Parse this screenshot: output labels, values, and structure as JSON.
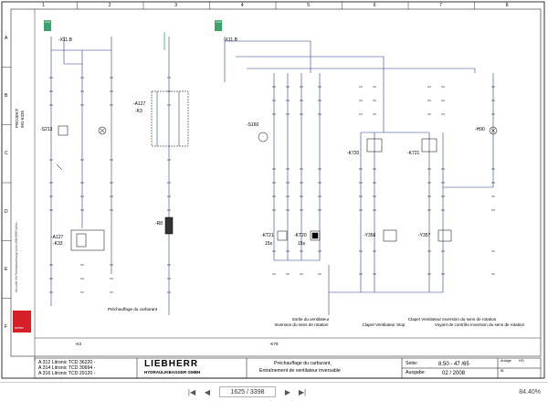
{
  "grid": {
    "columns": [
      "1",
      "2",
      "3",
      "4",
      "5",
      "6",
      "7",
      "8"
    ],
    "rows": [
      "A",
      "B",
      "C",
      "D",
      "E",
      "F"
    ]
  },
  "badges": [
    "X12",
    "X10"
  ],
  "component_labels": {
    "x11b_left": "-X11.B",
    "x11b_right": "-X11.B",
    "a127_left": "-A127",
    "k33": "-K33",
    "s213": "-S213",
    "a127_mid": "-A127",
    "k3": "-K3",
    "r8": "-R8",
    "s160": "-S160",
    "kt21": "-KT21",
    "kt20": "-KT20",
    "k720": "-K720",
    "k721": "-K721",
    "y356": "-Y356",
    "y357": "-Y357",
    "h90": "-H90",
    "k3_bottom": "-K3",
    "k78": "-K78"
  },
  "timer_labels": [
    "15s",
    "15s"
  ],
  "captions": {
    "col2": "Préchauffage du carburant",
    "col3a": "Sortie du ventilateur",
    "col3b": "Inversion du sens de rotation",
    "col4a": "Clapet Ventilateur Inversion du sens de rotation",
    "col4b": "Clapet Ventilateur Stop",
    "col4c": "Voyant de contrôle Inversion du sens de rotation"
  },
  "side_texts": {
    "project_label": "PROJEKT:",
    "project_number": "991-6335",
    "disclaimer": "Als unter Mit Rechtsanweisung vom LIEBHERR-Werk..."
  },
  "logo_badge": "series",
  "title_block": {
    "models": [
      "A 312 Litronic TCD 36220 -",
      "A 314 Litronic TCD 30694 -",
      "A 316 Litronic TCD 29120 -"
    ],
    "brand": "LIEBHERR",
    "brand_sub": "HYDRAULIKBAGGER GMBH",
    "description_line1": "Préchauffage du carburant,",
    "description_line2": "Entraînement de ventilateur inversable",
    "seite_label": "Seite:",
    "seite_value": "8.50 -  47  /65",
    "ausgabe_label": "Ausgabe:",
    "ausgabe_value": "02 / 2008",
    "anlage_label": "Anlage",
    "anlage_value": "HO",
    "bl_label": "Bl."
  },
  "viewer": {
    "first_icon": "first-page-icon",
    "prev_icon": "prev-page-icon",
    "page_indicator": "1625 / 3398",
    "next_icon": "next-page-icon",
    "last_icon": "last-page-icon",
    "zoom": "84.40%"
  }
}
